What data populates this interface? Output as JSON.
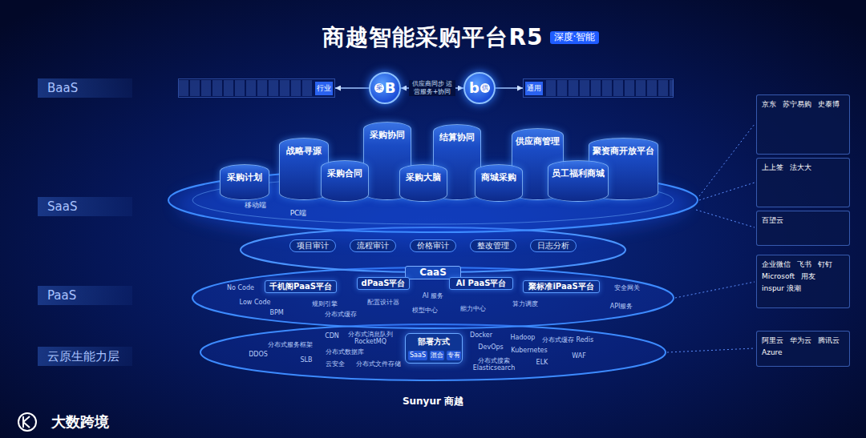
{
  "diagram": {
    "title": "商越智能采购平台R5",
    "nodes": [
      {
        "text": [
          "BaaS"
        ]
      },
      {
        "text": [
          "行业"
        ]
      },
      {
        "text": [
          "采",
          "B"
        ]
      },
      {
        "text": [
          "b",
          "供"
        ]
      },
      {
        "text": [
          "通用"
        ]
      },
      {
        "text": [
          "SaaS"
        ]
      },
      {
        "text": [
          "采购计划"
        ]
      },
      {
        "text": [
          "战略寻源"
        ]
      },
      {
        "text": [
          "采购合同"
        ]
      },
      {
        "text": [
          "采购协同"
        ]
      },
      {
        "text": [
          "采购大脑"
        ]
      },
      {
        "text": [
          "结算协同"
        ]
      },
      {
        "text": [
          "商城采购"
        ]
      },
      {
        "text": [
          "供应商管理"
        ]
      },
      {
        "text": [
          "员工福利商城"
        ]
      },
      {
        "text": [
          "聚资商开放平台"
        ]
      },
      {
        "text": [
          "项目审计"
        ]
      },
      {
        "text": [
          "流程审计"
        ]
      },
      {
        "text": [
          "价格审计"
        ]
      },
      {
        "text": [
          "整改管理"
        ]
      },
      {
        "text": [
          "日志分析"
        ]
      },
      {
        "text": [
          "CaaS"
        ]
      },
      {
        "text": [
          "PaaS"
        ]
      },
      {
        "text": [
          "千机阁PaaS平台"
        ]
      },
      {
        "text": [
          "dPaaS平台"
        ]
      },
      {
        "text": [
          "AI PaaS平台"
        ]
      },
      {
        "text": [
          "聚标准iPaaS平台"
        ]
      },
      {
        "text": [
          "云原生能力层"
        ]
      },
      {
        "text": [
          "部署方式"
        ]
      },
      {
        "text": [
          "SaaS"
        ],
        "in": 28
      },
      {
        "text": [
          "混合"
        ],
        "in": 28
      },
      {
        "text": [
          "专有"
        ],
        "in": 28
      },
      {
        "text": [
          "京东",
          "苏宁易购",
          "史泰博"
        ]
      },
      {
        "text": [
          "上上签",
          "法大大"
        ]
      },
      {
        "text": [
          "百望云"
        ]
      },
      {
        "text": [
          "企业微信",
          "飞书",
          "钉钉",
          "Microsoft",
          "用友",
          "inspur 浪潮"
        ]
      },
      {
        "text": [
          "阿里云",
          "华为云",
          "腾讯云",
          "Azure"
        ]
      }
    ],
    "edges": [
      {
        "from": 2,
        "to": 1,
        "arrow": "to"
      },
      {
        "from": 2,
        "to": 3,
        "label": "供应商同步 运营服务+协同",
        "arrow": "both"
      },
      {
        "from": 3,
        "to": 4,
        "arrow": "to"
      }
    ],
    "labels": [
      "深度·智能",
      "移动端",
      "PC端",
      "No Code",
      "Low Code",
      "BPM",
      "规则引擎",
      "分布式缓存",
      "配置设计器",
      "AI 服务",
      "模型中心",
      "能力中心",
      "算力调度",
      "安全网关",
      "API服务",
      "分布式服务框架",
      "DDOS",
      "CDN",
      "分布式消息队列 RocketMQ",
      "分布式数据库",
      "SLB",
      "云安全",
      "分布式文件存储",
      "Docker",
      "Hadoop",
      "DevOps",
      "Kubernetes",
      "分布式缓存 Redis",
      "分布式搜索 Elasticsearch",
      "ELK",
      "WAF",
      "Sunyur 商越",
      "大数跨境"
    ]
  }
}
